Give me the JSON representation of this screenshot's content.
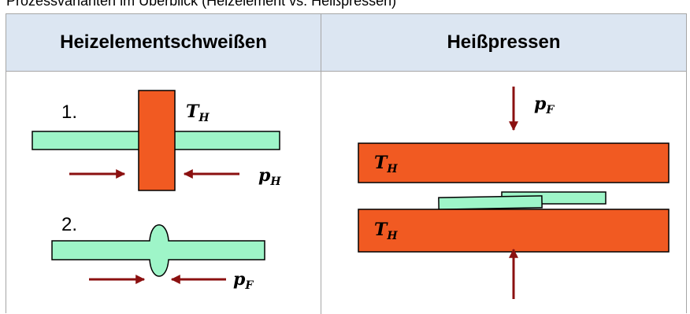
{
  "top_text": "Prozessvarianten im Überblick (Heizelement vs. Heißpressen)",
  "columns": {
    "left_header": "Heizelementschweißen",
    "right_header": "Heißpressen"
  },
  "left_panel": {
    "step1_number": "1.",
    "step2_number": "2.",
    "label_heat_main": "T",
    "label_heat_sub": "H",
    "label_pressure_main": "p",
    "label_pressure_sub": "H",
    "label_join_pressure_main": "p",
    "label_join_pressure_sub": "F"
  },
  "right_panel": {
    "label_force_main": "p",
    "label_force_sub": "F",
    "top_plate_main": "T",
    "top_plate_sub": "H",
    "bottom_plate_main": "T",
    "bottom_plate_sub": "H"
  },
  "colors": {
    "header_bg": "#dce6f2",
    "heater": "#f15a22",
    "part": "#9ef5c8",
    "arrow": "#8b1010",
    "grid": "#a6a6a6"
  }
}
